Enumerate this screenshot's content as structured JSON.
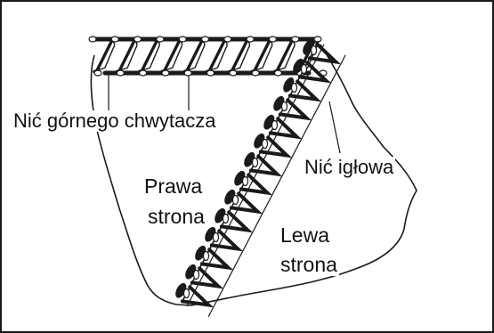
{
  "labels": {
    "upper_looper_thread": "Nić górnego chwytacza",
    "needle_thread": "Nić igłowa",
    "right_side_line1": "Prawa",
    "right_side_line2": "strona",
    "left_side_line1": "Lewa",
    "left_side_line2": "strona"
  },
  "colors": {
    "ink": "#1a1a1a",
    "thread_fill": "#1a1a1a",
    "background": "#ffffff"
  }
}
